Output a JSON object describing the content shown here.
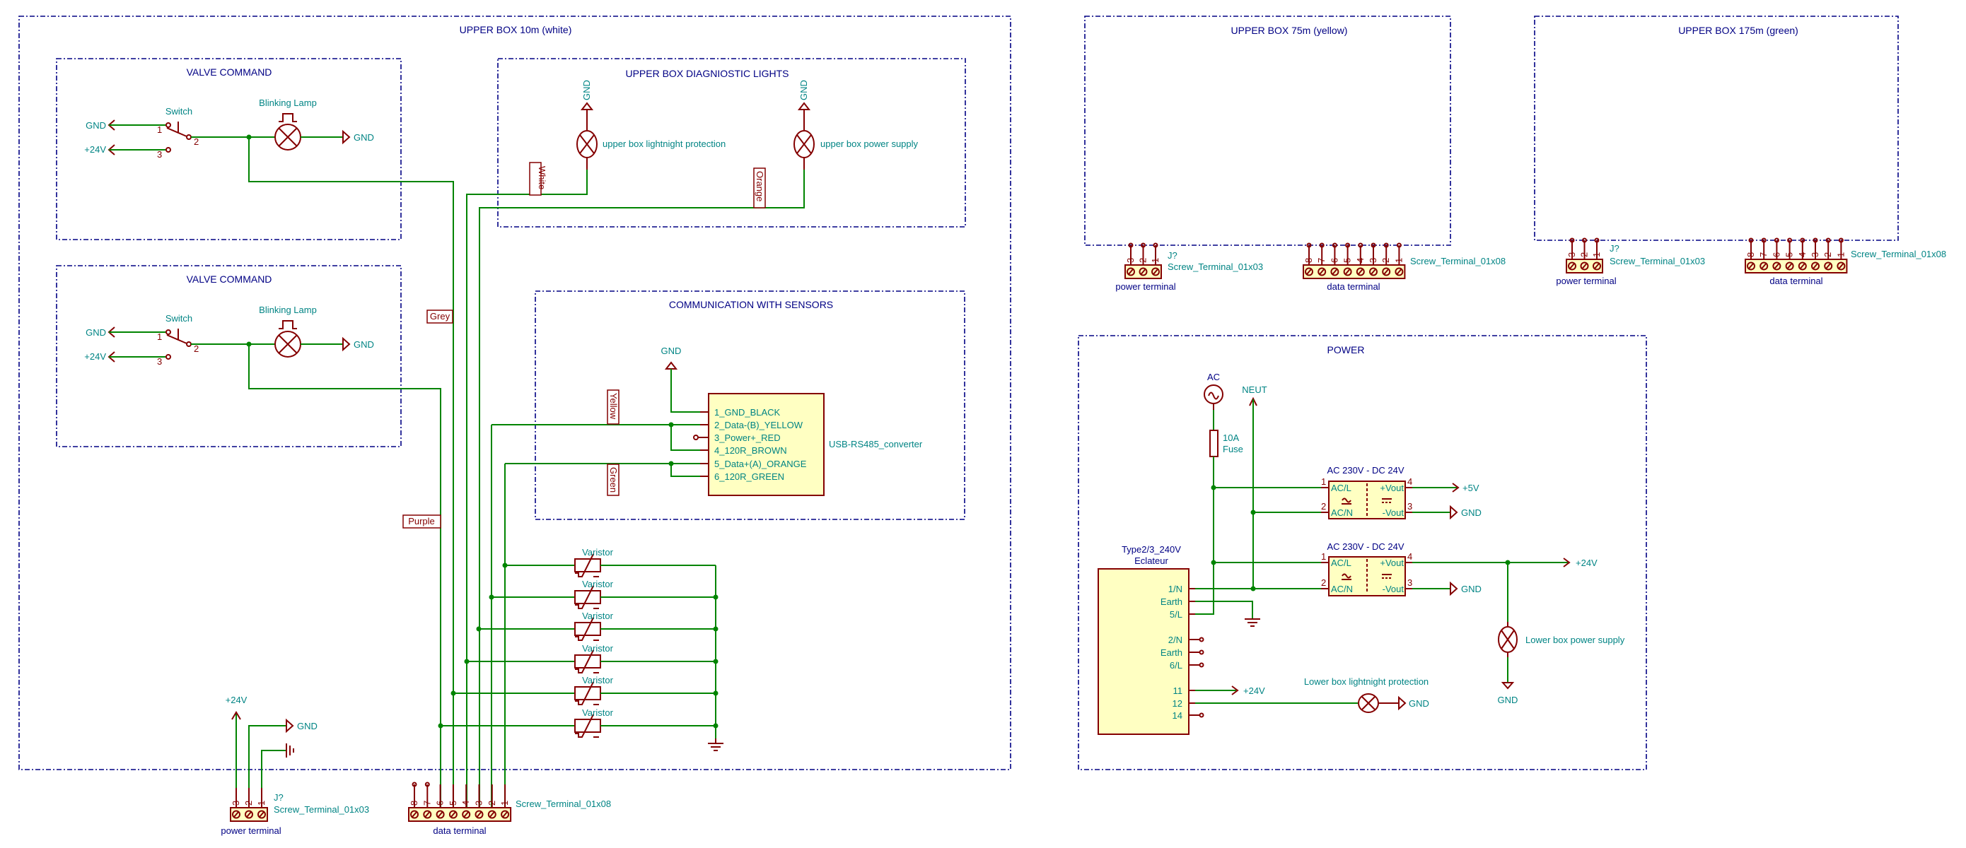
{
  "colors": {
    "wire": "#008400",
    "component": "#840000",
    "text": "#008484",
    "sheet_border": "#000084",
    "component_fill": "#ffffc2"
  },
  "upper_box_10m": {
    "title": "UPPER BOX 10m (white)",
    "valve_commands": [
      {
        "title": "VALVE COMMAND",
        "switch_label": "Switch",
        "lamp_label": "Blinking Lamp",
        "gnd_in": "GND",
        "v24_in": "+24V",
        "gnd_out": "GND",
        "pin1": "1",
        "pin2": "2",
        "pin3": "3"
      },
      {
        "title": "VALVE COMMAND",
        "switch_label": "Switch",
        "lamp_label": "Blinking Lamp",
        "gnd_in": "GND",
        "v24_in": "+24V",
        "gnd_out": "GND",
        "pin1": "1",
        "pin2": "2",
        "pin3": "3"
      }
    ],
    "diag_lights": {
      "title": "UPPER BOX DIAGNIOSTIC LIGHTS",
      "lamps": [
        {
          "label": "upper box lightnight protection",
          "gnd": "GND"
        },
        {
          "label": "upper box power supply",
          "gnd": "GND"
        }
      ]
    },
    "communication": {
      "title": "COMMUNICATION WITH SENSORS",
      "gnd": "GND",
      "converter_name": "USB-RS485_converter",
      "pins": [
        "1_GND_BLACK",
        "2_Data-(B)_YELLOW",
        "3_Power+_RED",
        "4_120R_BROWN",
        "5_Data+(A)_ORANGE",
        "6_120R_GREEN"
      ]
    },
    "wire_labels": {
      "white": "White",
      "orange": "Orange",
      "grey": "Grey",
      "purple": "Purple",
      "yellow": "Yellow",
      "green": "Green"
    },
    "varistors": [
      "Varistor",
      "Varistor",
      "Varistor",
      "Varistor",
      "Varistor",
      "Varistor"
    ],
    "power_terminal": {
      "ref": "J?",
      "value": "Screw_Terminal_01x03",
      "name": "power terminal",
      "pins": [
        "3",
        "2",
        "1"
      ],
      "v24": "+24V",
      "gnd": "GND"
    },
    "data_terminal": {
      "value": "Screw_Terminal_01x08",
      "name": "data terminal",
      "pins": [
        "8",
        "7",
        "6",
        "5",
        "4",
        "3",
        "2",
        "1"
      ]
    }
  },
  "upper_box_75m": {
    "title": "UPPER BOX 75m (yellow)",
    "power_terminal": {
      "ref": "J?",
      "value": "Screw_Terminal_01x03",
      "name": "power terminal",
      "pins": [
        "3",
        "2",
        "1"
      ]
    },
    "data_terminal": {
      "value": "Screw_Terminal_01x08",
      "name": "data terminal",
      "pins": [
        "8",
        "7",
        "6",
        "5",
        "4",
        "3",
        "2",
        "1"
      ]
    }
  },
  "upper_box_175m": {
    "title": "UPPER BOX 175m (green)",
    "power_terminal": {
      "ref": "J?",
      "value": "Screw_Terminal_01x03",
      "name": "power terminal",
      "pins": [
        "3",
        "2",
        "1"
      ]
    },
    "data_terminal": {
      "value": "Screw_Terminal_01x08",
      "name": "data terminal",
      "pins": [
        "8",
        "7",
        "6",
        "5",
        "4",
        "3",
        "2",
        "1"
      ]
    }
  },
  "power": {
    "title": "POWER",
    "ac_label": "AC",
    "neut_label": "NEUT",
    "fuse_value": "10A",
    "fuse_name": "Fuse",
    "converters": [
      {
        "title": "AC 230V - DC 24V",
        "pin_l": "AC/L",
        "pin_n": "AC/N",
        "pin_vp": "+Vout",
        "pin_vn": "-Vout",
        "p1": "1",
        "p2": "2",
        "p3": "3",
        "p4": "4",
        "out": "+5V",
        "gnd": "GND"
      },
      {
        "title": "AC 230V - DC 24V",
        "pin_l": "AC/L",
        "pin_n": "AC/N",
        "pin_vp": "+Vout",
        "pin_vn": "-Vout",
        "p1": "1",
        "p2": "2",
        "p3": "3",
        "p4": "4",
        "out": "+24V",
        "gnd": "GND"
      }
    ],
    "eclateur": {
      "value": "Type2/3_240V",
      "name": "Eclateur",
      "pins": [
        "1/N",
        "Earth",
        "5/L",
        "2/N",
        "Earth",
        "6/L",
        "11",
        "12",
        "14"
      ]
    },
    "pin11_net": "+24V",
    "lower_protection_label": "Lower box lightnight protection",
    "lower_protection_gnd": "GND",
    "lower_supply_label": "Lower box power supply",
    "lower_supply_gnd": "GND"
  }
}
